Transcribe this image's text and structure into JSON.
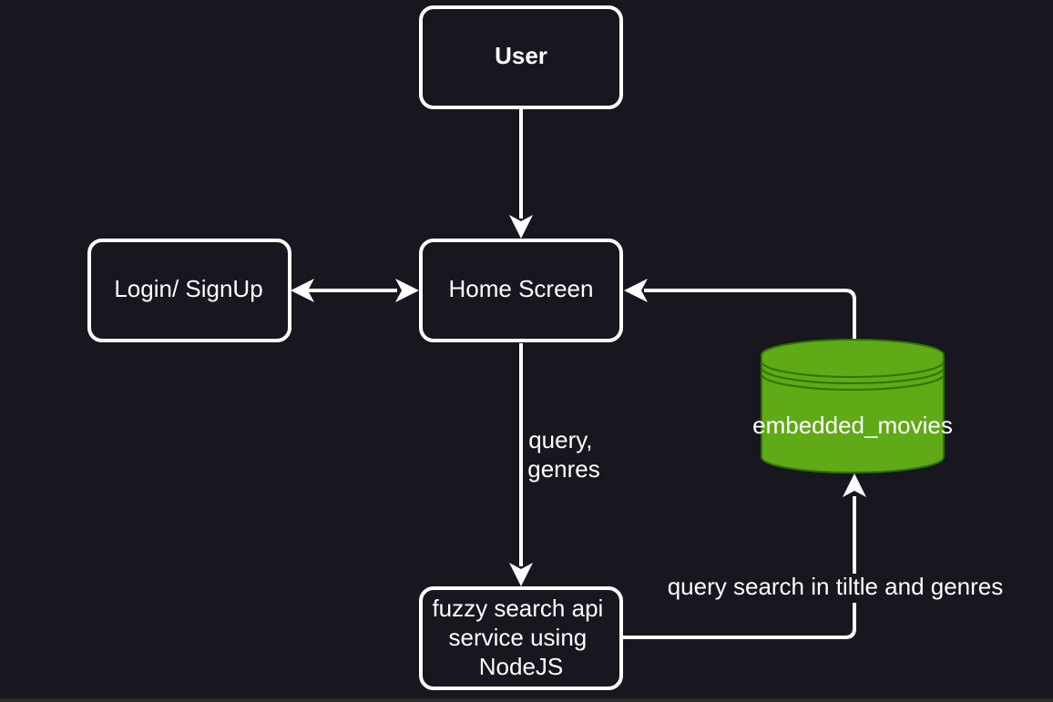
{
  "diagram": {
    "nodes": {
      "user": {
        "label": "User"
      },
      "home_screen": {
        "label": "Home Screen"
      },
      "login_signup": {
        "label": "Login/ SignUp"
      },
      "fuzzy_search": {
        "lines": [
          "fuzzy search api",
          "service using",
          "NodeJS"
        ]
      },
      "database": {
        "label": "embedded_movies"
      }
    },
    "edges": {
      "home_to_search": {
        "lines": [
          "query,",
          "genres"
        ]
      },
      "search_to_database": {
        "label": "query search in tiltle and genres"
      }
    }
  },
  "colors": {
    "background": "#18161f",
    "stroke": "#ffffff",
    "database_fill": "#60a917",
    "database_stroke": "#2d7600"
  }
}
